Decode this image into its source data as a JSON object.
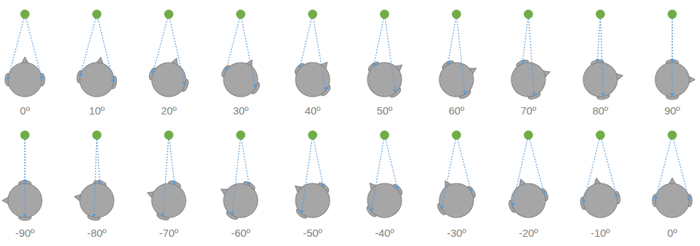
{
  "diagram": {
    "labels": [
      "0º",
      "10º",
      "20º",
      "30º",
      "40º",
      "50º",
      "60º",
      "70º",
      "80º",
      "90º",
      "-90º",
      "-80º",
      "-70º",
      "-60º",
      "-50º",
      "-40º",
      "-30º",
      "-20º",
      "-10º",
      "0º"
    ]
  }
}
